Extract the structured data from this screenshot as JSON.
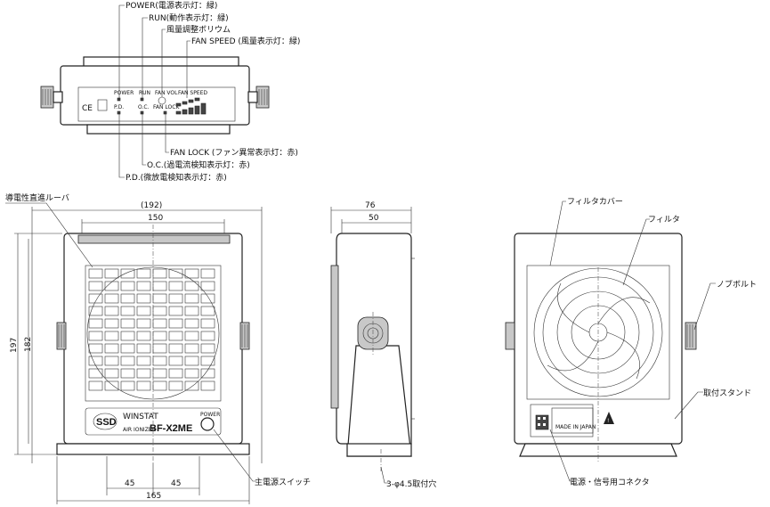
{
  "top_view": {
    "callouts": {
      "power": "POWER(電源表示灯：緑)",
      "run": "RUN(動作表示灯：緑)",
      "volume": "風量調整ボリウム",
      "fan_speed": "FAN SPEED (風量表示灯：緑)",
      "fan_lock": "FAN LOCK (ファン異常表示灯：赤)",
      "oc": "O.C.(過電流検知表示灯：赤)",
      "pd": "P.D.(微放電検知表示灯：赤)"
    },
    "panel": {
      "power": "POWER",
      "run": "RUN",
      "fan_vol": "FAN VOL",
      "fan_speed": "FAN SPEED",
      "pd": "P.D.",
      "oc": "O.C.",
      "fan_lock": "FAN LOCK",
      "ce": "CE"
    }
  },
  "front_view": {
    "louver_label": "導電性直進ルーバ",
    "switch_label": "主電源スイッチ",
    "brand": "WINSTAT",
    "subbrand": "AIR IONIZER",
    "model": "BF-X2ME",
    "power_small": "POWER",
    "dims": {
      "width_outer": "(192)",
      "width_inner": "150",
      "height_outer": "197",
      "height_inner": "182",
      "hole_left": "45",
      "hole_right": "45",
      "base_width": "165"
    }
  },
  "side_view": {
    "dims": {
      "depth_outer": "76",
      "depth_inner": "50"
    },
    "hole_label": "3-φ4.5取付穴"
  },
  "back_view": {
    "filter_cover": "フィルタカバー",
    "filter": "フィルタ",
    "knob_bolt": "ノブボルト",
    "stand": "取付スタンド",
    "connector": "電源・信号用コネクタ",
    "made_in": "MADE IN JAPAN"
  }
}
